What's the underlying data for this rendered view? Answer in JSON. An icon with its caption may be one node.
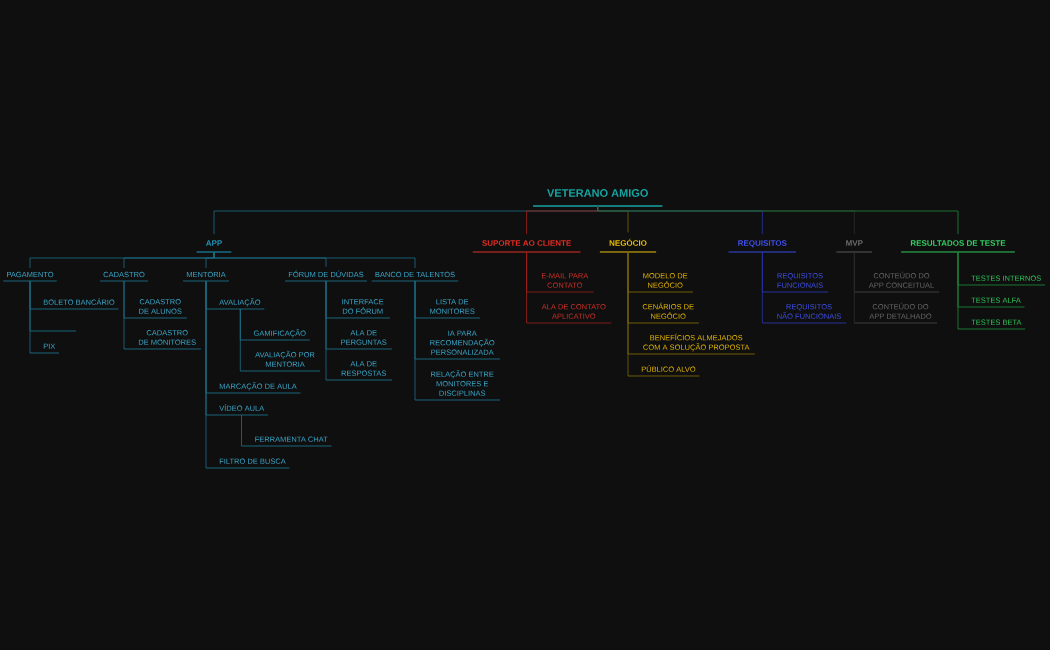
{
  "diagram": {
    "nodes": [
      {
        "text": [
          "VETERANO AMIGO"
        ]
      },
      {
        "text": [
          "APP"
        ]
      },
      {
        "text": [
          "PAGAMENTO"
        ]
      },
      {
        "text": [
          "BOLETO BANCÁRIO"
        ]
      },
      {
        "text": [],
        "shape": "line"
      },
      {
        "text": [
          "PIX"
        ]
      },
      {
        "text": [
          "CADASTRO"
        ]
      },
      {
        "text": [
          "CADASTRO DE ALUNOS"
        ]
      },
      {
        "text": [
          "CADASTRO DE MONITORES"
        ]
      },
      {
        "text": [
          "MENTORIA"
        ]
      },
      {
        "text": [
          "AVALIAÇÃO"
        ]
      },
      {
        "text": [
          "GAMIFICAÇÃO"
        ]
      },
      {
        "text": [
          "AVALIAÇÃO POR MENTORIA"
        ]
      },
      {
        "text": [
          "MARCAÇÃO DE AULA"
        ]
      },
      {
        "text": [
          "VÍDEO AULA"
        ]
      },
      {
        "text": [
          "FERRAMENTA CHAT"
        ]
      },
      {
        "text": [
          "FILTRO DE BUSCA"
        ]
      },
      {
        "text": [
          "FÓRUM DE DÚVIDAS"
        ]
      },
      {
        "text": [
          "INTERFACE DO FÓRUM"
        ]
      },
      {
        "text": [
          "ALA DE PERGUNTAS"
        ]
      },
      {
        "text": [
          "ALA DE RESPOSTAS"
        ]
      },
      {
        "text": [
          "BANCO DE TALENTOS"
        ]
      },
      {
        "text": [
          "LISTA DE MONITORES"
        ]
      },
      {
        "text": [
          "IA PARA RECOMENDAÇÃO PERSONALIZADA"
        ]
      },
      {
        "text": [
          "RELAÇÃO ENTRE MONITORES E DISCIPLINAS"
        ]
      },
      {
        "text": [
          "SUPORTE AO CLIENTE"
        ]
      },
      {
        "text": [
          "E-MAIL PARA CONTATO"
        ]
      },
      {
        "text": [
          "ALA DE CONTATO APLICATIVO"
        ]
      },
      {
        "text": [
          "NEGÓCIO"
        ]
      },
      {
        "text": [
          "MODELO DE NEGÓCIO"
        ]
      },
      {
        "text": [
          "CENÁRIOS DE NEGÓCIO"
        ]
      },
      {
        "text": [
          "BENEFÍCIOS ALMEJADOS COM A SOLUÇÃO PROPOSTA"
        ]
      },
      {
        "text": [
          "PÚBLICO ALVO"
        ]
      },
      {
        "text": [
          "REQUISITOS"
        ]
      },
      {
        "text": [
          "REQUISITOS FUNCIONAIS"
        ]
      },
      {
        "text": [
          "REQUISITOS NÃO FUNCIONAIS"
        ]
      },
      {
        "text": [
          "MVP"
        ]
      },
      {
        "text": [
          "CONTEÚDO DO APP CONCEITUAL"
        ]
      },
      {
        "text": [
          "CONTEÚDO DO APP DETALHADO"
        ]
      },
      {
        "text": [
          "RESULTADOS DE TESTE"
        ]
      },
      {
        "text": [
          "TESTES INTERNOS"
        ]
      },
      {
        "text": [
          "TESTES ALFA"
        ]
      },
      {
        "text": [
          "TESTES BETA"
        ]
      }
    ],
    "edges": [
      {
        "from": 0,
        "to": 1,
        "arrow": "none"
      },
      {
        "from": 0,
        "to": 25,
        "arrow": "none",
        "color": "#a8221c"
      },
      {
        "from": 0,
        "to": 28,
        "arrow": "none",
        "color": "#7a650a"
      },
      {
        "from": 0,
        "to": 33,
        "arrow": "none",
        "color": "#2633b0"
      },
      {
        "from": 0,
        "to": 36,
        "arrow": "none",
        "color": "#2e2e2e"
      },
      {
        "from": 0,
        "to": 39,
        "arrow": "none",
        "color": "#1f8a3d"
      },
      {
        "from": 1,
        "to": 2,
        "arrow": "none"
      },
      {
        "from": 1,
        "to": 6,
        "arrow": "none"
      },
      {
        "from": 1,
        "to": 9,
        "arrow": "none"
      },
      {
        "from": 1,
        "to": 17,
        "arrow": "none"
      },
      {
        "from": 1,
        "to": 21,
        "arrow": "none"
      },
      {
        "from": 2,
        "to": 3,
        "arrow": "none"
      },
      {
        "from": 2,
        "to": 4,
        "arrow": "none"
      },
      {
        "from": 2,
        "to": 5,
        "arrow": "none"
      },
      {
        "from": 6,
        "to": 7,
        "arrow": "none"
      },
      {
        "from": 6,
        "to": 8,
        "arrow": "none"
      },
      {
        "from": 9,
        "to": 10,
        "arrow": "none"
      },
      {
        "from": 10,
        "to": 11,
        "arrow": "none"
      },
      {
        "from": 10,
        "to": 12,
        "arrow": "none"
      },
      {
        "from": 9,
        "to": 13,
        "arrow": "none"
      },
      {
        "from": 9,
        "to": 14,
        "arrow": "none"
      },
      {
        "from": 14,
        "to": 15,
        "arrow": "none"
      },
      {
        "from": 9,
        "to": 16,
        "arrow": "none"
      },
      {
        "from": 17,
        "to": 18,
        "arrow": "none"
      },
      {
        "from": 17,
        "to": 19,
        "arrow": "none"
      },
      {
        "from": 17,
        "to": 20,
        "arrow": "none"
      },
      {
        "from": 21,
        "to": 22,
        "arrow": "none"
      },
      {
        "from": 21,
        "to": 23,
        "arrow": "none"
      },
      {
        "from": 21,
        "to": 24,
        "arrow": "none"
      },
      {
        "from": 25,
        "to": 26,
        "arrow": "none",
        "color": "#a8221c"
      },
      {
        "from": 25,
        "to": 27,
        "arrow": "none",
        "color": "#a8221c"
      },
      {
        "from": 28,
        "to": 29,
        "arrow": "none",
        "color": "#7a650a"
      },
      {
        "from": 28,
        "to": 30,
        "arrow": "none",
        "color": "#7a650a"
      },
      {
        "from": 28,
        "to": 31,
        "arrow": "none",
        "color": "#7a650a"
      },
      {
        "from": 28,
        "to": 32,
        "arrow": "none",
        "color": "#7a650a"
      },
      {
        "from": 33,
        "to": 34,
        "arrow": "none",
        "color": "#2633b0"
      },
      {
        "from": 33,
        "to": 35,
        "arrow": "none",
        "color": "#2633b0"
      },
      {
        "from": 36,
        "to": 37,
        "arrow": "none",
        "color": "#2e2e2e"
      },
      {
        "from": 36,
        "to": 38,
        "arrow": "none",
        "color": "#2e2e2e"
      },
      {
        "from": 39,
        "to": 40,
        "arrow": "none",
        "color": "#1f8a3d"
      },
      {
        "from": 39,
        "to": 41,
        "arrow": "none",
        "color": "#1f8a3d"
      },
      {
        "from": 39,
        "to": 42,
        "arrow": "none",
        "color": "#1f8a3d"
      }
    ]
  }
}
